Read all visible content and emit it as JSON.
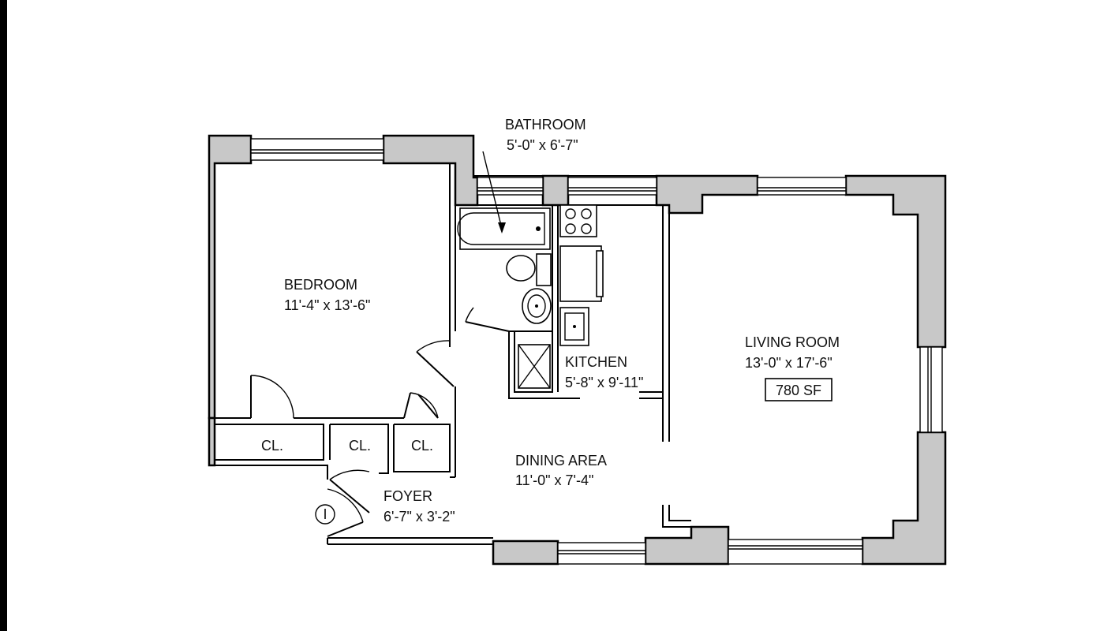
{
  "rooms": {
    "bathroom": {
      "name": "BATHROOM",
      "size": "5'-0\" x 6'-7\""
    },
    "bedroom": {
      "name": "BEDROOM",
      "size": "11'-4\" x 13'-6\""
    },
    "kitchen": {
      "name": "KITCHEN",
      "size": "5'-8\" x 9'-11\""
    },
    "living_room": {
      "name": "LIVING ROOM",
      "size": "13'-0\" x 17'-6\"",
      "area": "780 SF"
    },
    "dining_area": {
      "name": "DINING AREA",
      "size": "11'-0\" x 7'-4\""
    },
    "foyer": {
      "name": "FOYER",
      "size": "6'-7\" x 3'-2\""
    },
    "closets": [
      "CL.",
      "CL.",
      "CL."
    ]
  },
  "entry_marker": "I",
  "colors": {
    "wall_fill": "#c8c8c8",
    "line": "#000000",
    "background": "#ffffff"
  }
}
